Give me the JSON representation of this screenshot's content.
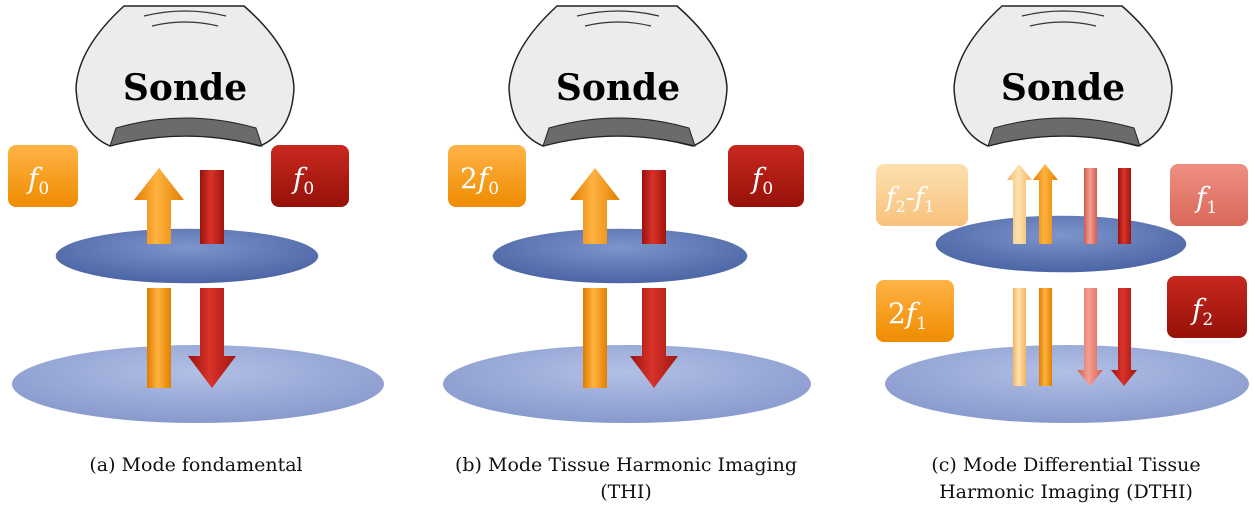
{
  "panels": [
    {
      "id": "a",
      "probe_label": "Sonde",
      "badges": [
        {
          "text": "f",
          "sub": "0",
          "kind": "orange"
        },
        {
          "text": "f",
          "sub": "0",
          "kind": "red"
        }
      ],
      "caption": [
        "(a) Mode fondamental"
      ]
    },
    {
      "id": "b",
      "probe_label": "Sonde",
      "badges": [
        {
          "pre": "2",
          "text": "f",
          "sub": "0",
          "kind": "orange"
        },
        {
          "text": "f",
          "sub": "0",
          "kind": "red"
        }
      ],
      "caption": [
        "(b) Mode Tissue Harmonic Imaging",
        "(THI)"
      ]
    },
    {
      "id": "c",
      "probe_label": "Sonde",
      "badges": [
        {
          "text": "f",
          "sub": "2",
          "mid": "-",
          "text2": "f",
          "sub2": "1",
          "kind": "light-orange"
        },
        {
          "pre": "2",
          "text": "f",
          "sub": "1",
          "kind": "orange"
        },
        {
          "text": "f",
          "sub": "1",
          "kind": "pink"
        },
        {
          "text": "f",
          "sub": "2",
          "kind": "red"
        }
      ],
      "caption": [
        "(c) Mode Differential Tissue",
        "Harmonic Imaging (DTHI)"
      ]
    }
  ],
  "colors": {
    "orange": "#f39200",
    "light_orange": "#fbc57a",
    "red": "#b31a12",
    "pink": "#e07060",
    "ellipse_top": "#5b78b5",
    "ellipse_bottom": "#9fb0da"
  }
}
